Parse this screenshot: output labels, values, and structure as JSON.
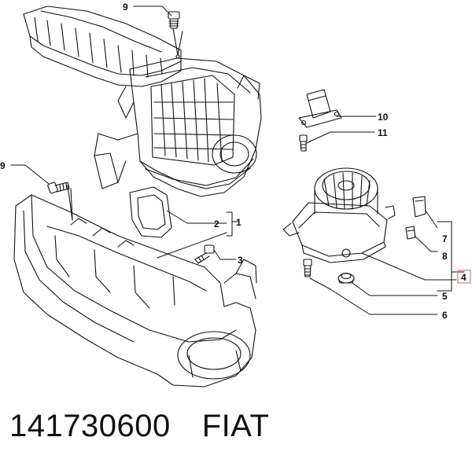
{
  "callouts": {
    "c1": "1",
    "c2": "2",
    "c3": "3",
    "c4": "4",
    "c5": "5",
    "c6": "6",
    "c7": "7",
    "c8": "8",
    "c9a": "9",
    "c9b": "9",
    "c10": "10",
    "c11": "11"
  },
  "footer": {
    "part_number": "141730600",
    "brand": "FIAT"
  },
  "colors": {
    "ink": "#111111",
    "highlight_box": "#e07a7a"
  }
}
